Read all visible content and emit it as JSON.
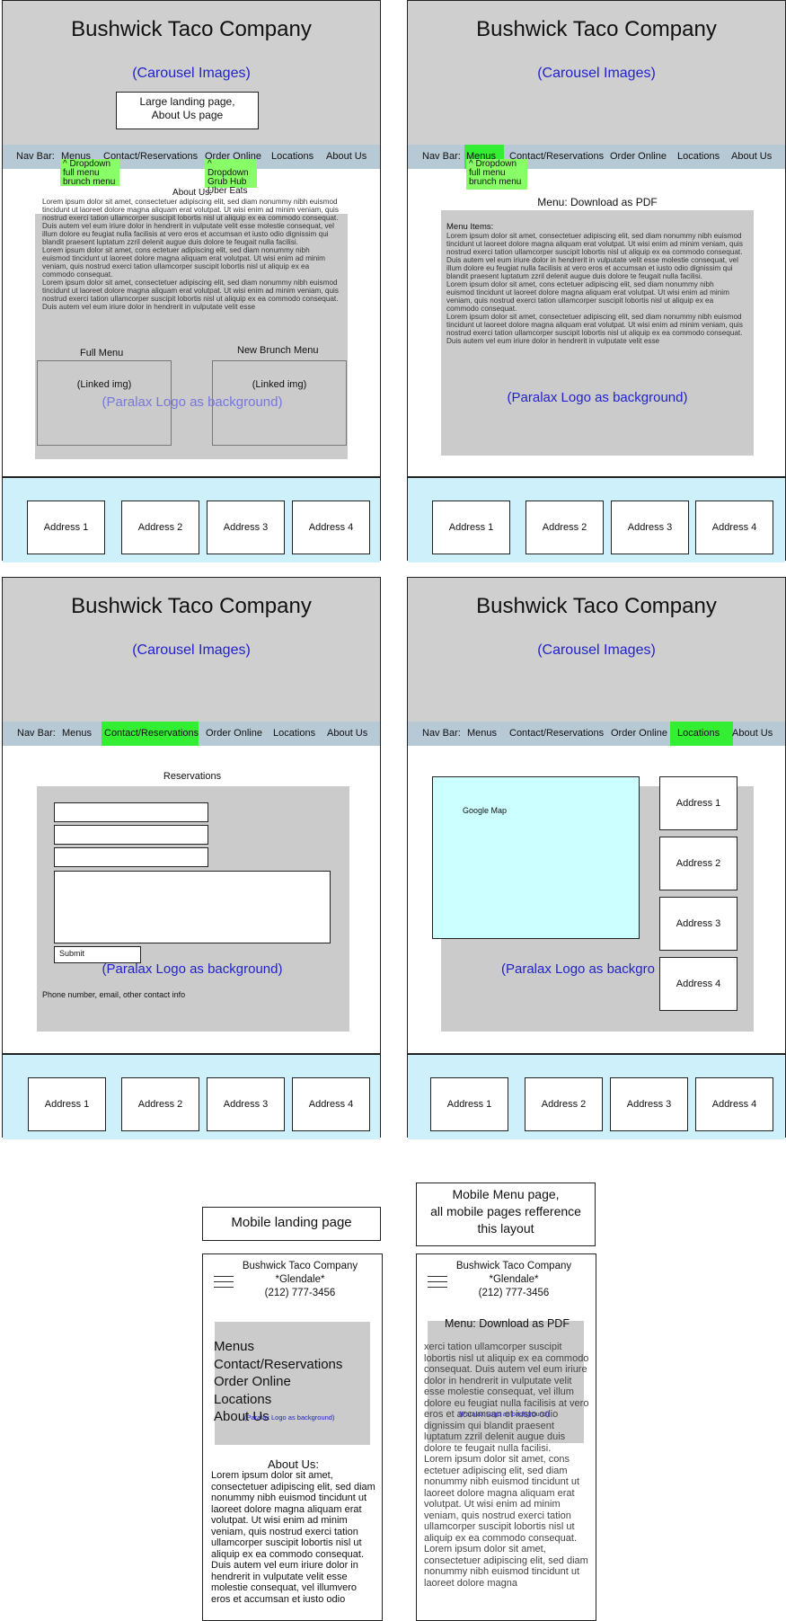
{
  "wireframes": {
    "site_name": "Bushwick Taco Company",
    "carousel": "(Carousel Images)",
    "nav": {
      "label": "Nav Bar:",
      "menus": "Menus",
      "contact": "Contact/Reservations",
      "order": "Order Online",
      "locations": "Locations",
      "about": "About Us"
    },
    "addresses": [
      "Address 1",
      "Address 2",
      "Address 3",
      "Address 4"
    ],
    "parallax": "(Paralax Logo as background)",
    "p1": {
      "landing_note": "Large landing page,\nAbout Us page",
      "dropdown_menus": "^ Dropdown\nfull menu\nbrunch menu",
      "dropdown_order": "^ Dropdown\nGrub Hub\nUber Eats",
      "about_title": "About Us:",
      "about_text": "Lorem ipsum dolor sit amet, consectetuer adipiscing elit, sed diam nonummy nibh euismod tincidunt ut laoreet dolore magna aliquam erat volutpat. Ut wisi enim ad minim veniam, quis nostrud exerci tation ullamcorper suscipit lobortis nisl ut aliquip ex ea commodo consequat. Duis autem vel eum iriure dolor in hendrerit in vulputate velit esse molestie consequat, vel illum dolore eu feugiat nulla facilisis at vero eros et accumsan et iusto odio dignissim qui blandit praesent luptatum zzril delenit augue duis dolore te feugait nulla facilisi.\nLorem ipsum dolor sit amet, cons ectetuer adipiscing elit, sed diam nonummy nibh euismod tincidunt ut laoreet dolore magna aliquam erat volutpat. Ut wisi enim ad minim veniam, quis nostrud exerci tation ullamcorper suscipit lobortis nisl ut aliquip ex ea commodo consequat.\nLorem ipsum dolor sit amet, consectetuer adipiscing elit, sed diam nonummy nibh euismod tincidunt ut laoreet dolore magna aliquam erat volutpat. Ut wisi enim ad minim veniam, quis nostrud exerci tation ullamcorper suscipit lobortis nisl ut aliquip ex ea commodo consequat. Duis autem vel eum iriure dolor in hendrerit in vulputate velit esse",
      "full_menu": "Full Menu",
      "brunch_menu": "New Brunch Menu",
      "linked_img": "(Linked img)"
    },
    "p2": {
      "dropdown_menus": "^ Dropdown\nfull menu\nbrunch menu",
      "menu_pdf": "Menu:  Download as PDF",
      "menu_items": "Menu Items:",
      "menu_text": "Lorem ipsum dolor sit amet, consectetuer adipiscing elit, sed diam nonummy nibh euismod tincidunt ut laoreet dolore magna aliquam erat volutpat. Ut wisi enim ad minim veniam, quis nostrud exerci tation ullamcorper suscipit lobortis nisl ut aliquip ex ea commodo consequat. Duis autem vel eum iriure dolor in hendrerit in vulputate velit esse molestie consequat, vel illum dolore eu feugiat nulla facilisis at vero eros et accumsan et iusto odio dignissim qui blandit praesent luptatum zzril delenit augue duis dolore te feugait nulla facilisi.\nLorem ipsum dolor sit amet, cons ectetuer adipiscing elit, sed diam nonummy nibh euismod tincidunt ut laoreet dolore magna aliquam erat volutpat. Ut wisi enim ad minim veniam, quis nostrud exerci tation ullamcorper suscipit lobortis nisl ut aliquip ex ea commodo consequat.\nLorem ipsum dolor sit amet, consectetuer adipiscing elit, sed diam nonummy nibh euismod tincidunt ut laoreet dolore magna aliquam erat volutpat. Ut wisi enim ad minim veniam, quis nostrud exerci tation ullamcorper suscipit lobortis nisl ut aliquip ex ea commodo consequat. Duis autem vel eum iriure dolor in hendrerit in vulputate velit esse"
    },
    "p3": {
      "reservations": "Reservations",
      "submit": "Submit",
      "contact_info": "Phone number, email, other contact info"
    },
    "p4": {
      "google_map": "Google Map",
      "parallax_cut": "(Paralax Logo as backgro"
    }
  },
  "mobile": {
    "landing_label": "Mobile landing page",
    "menu_label": "Mobile Menu page,\nall mobile pages refference\nthis layout",
    "header": "Bushwick Taco Company\n*Glendale*\n(212) 777-3456",
    "landing": {
      "nav_items": [
        "Menus",
        "Contact/Reservations",
        "Order Online",
        "Locations",
        "About Us"
      ],
      "about_title": "About Us:",
      "about_text": "Lorem ipsum dolor sit amet, consectetuer adipiscing elit, sed diam nonummy nibh euismod tincidunt ut laoreet dolore magna aliquam erat volutpat. Ut wisi enim ad minim veniam, quis nostrud exerci tation ullamcorper suscipit lobortis nisl ut aliquip ex ea commodo consequat. Duis autem vel eum iriure dolor in hendrerit in vulputate velit esse molestie consequat, vel illumvero eros et accumsan et iusto odio"
    },
    "menu_page": {
      "menu_pdf": "Menu: Download as PDF",
      "text": "xerci tation ullamcorper suscipit lobortis nisl ut aliquip ex ea commodo consequat. Duis autem vel eum iriure dolor in hendrerit in vulputate velit esse molestie consequat, vel illum dolore eu feugiat nulla facilisis at vero eros et accumsan et iusto odio dignissim qui blandit praesent luptatum zzril delenit augue duis dolore te feugait nulla facilisi.\nLorem ipsum dolor sit amet, cons ectetuer adipiscing elit, sed diam nonummy nibh euismod tincidunt ut laoreet dolore magna aliquam erat volutpat. Ut wisi enim ad minim veniam, quis nostrud exerci tation ullamcorper suscipit lobortis nisl ut aliquip ex ea commodo consequat.\nLorem ipsum dolor sit amet, consectetuer adipiscing elit, sed diam nonummy nibh euismod tincidunt ut laoreet dolore magna"
    }
  },
  "colors": {
    "header_gray": "#cfcfcf",
    "nav_blue": "#b7c9d4",
    "highlight_green": "#33ee33",
    "footer_blue": "#cdf0fb",
    "link_blue": "#2222cc",
    "map_cyan": "#ccffff"
  }
}
